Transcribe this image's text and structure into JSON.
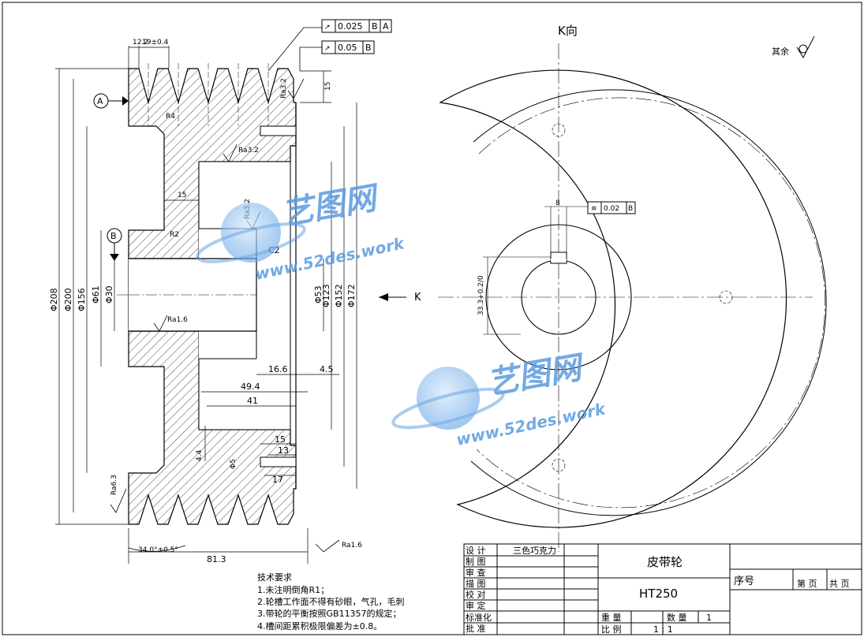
{
  "view_label": "K向",
  "arrow_label": "K",
  "surface_note": "其余",
  "datums": {
    "a": "A",
    "b": "B"
  },
  "tolerances": {
    "runout_top": {
      "value": "0.025",
      "refs": [
        "B",
        "A"
      ]
    },
    "runout_second": {
      "value": "0.05",
      "refs": [
        "B"
      ]
    },
    "symmetry": {
      "value": "0.02",
      "ref": "B"
    }
  },
  "roughness": [
    "Ra3.2",
    "Ra3.2",
    "Ra3.2",
    "Ra1.6",
    "Ra6.3",
    "Ra1.6"
  ],
  "dimensions": {
    "top_12": "12.2",
    "top_19": "19±0.4",
    "h15": "15",
    "r4": "R4",
    "w15": "15",
    "r2": "R2",
    "c2": "C2",
    "d208": "Φ208",
    "d200": "Φ200",
    "d156": "Φ156",
    "d61": "Φ61",
    "d30": "Φ30",
    "d53": "Φ53",
    "d123": "Φ123",
    "d152": "Φ152",
    "d172": "Φ172",
    "l16_6": "16.6",
    "l4_5": "4.5",
    "l49_4": "49.4",
    "l41": "41",
    "l15b": "15",
    "l13": "13",
    "l4_4": "4.4",
    "d5": "Φ5",
    "l17": "17",
    "angle": "34.0°±0.5°",
    "l81_3": "81.3",
    "key8": "8",
    "keyh": "33.3+0.2/0"
  },
  "notes": {
    "title": "技术要求",
    "items": [
      "1.未注明倒角R1；",
      "2.轮槽工作面不得有砂眼，气孔，毛刺",
      "3.带轮的平衡按照GB11357的规定；",
      "4.槽间距累积极限偏差为±0.8。"
    ]
  },
  "title_block": {
    "rows": [
      "设  计",
      "制  图",
      "审  查",
      "描  图",
      "校  对",
      "审  定",
      "标准化",
      "批  准"
    ],
    "designer": "三色巧克力",
    "part_name": "皮带轮",
    "material": "HT250",
    "seq_label": "序号",
    "weight_label": "重  量",
    "qty_label": "数  量",
    "qty_value": "1",
    "scale_label": "比  例",
    "scale_value": "1 : 1",
    "page_label": "第   页",
    "total_label": "共   页"
  },
  "watermark": {
    "cn": "艺图网",
    "url": "www.52des.work"
  }
}
